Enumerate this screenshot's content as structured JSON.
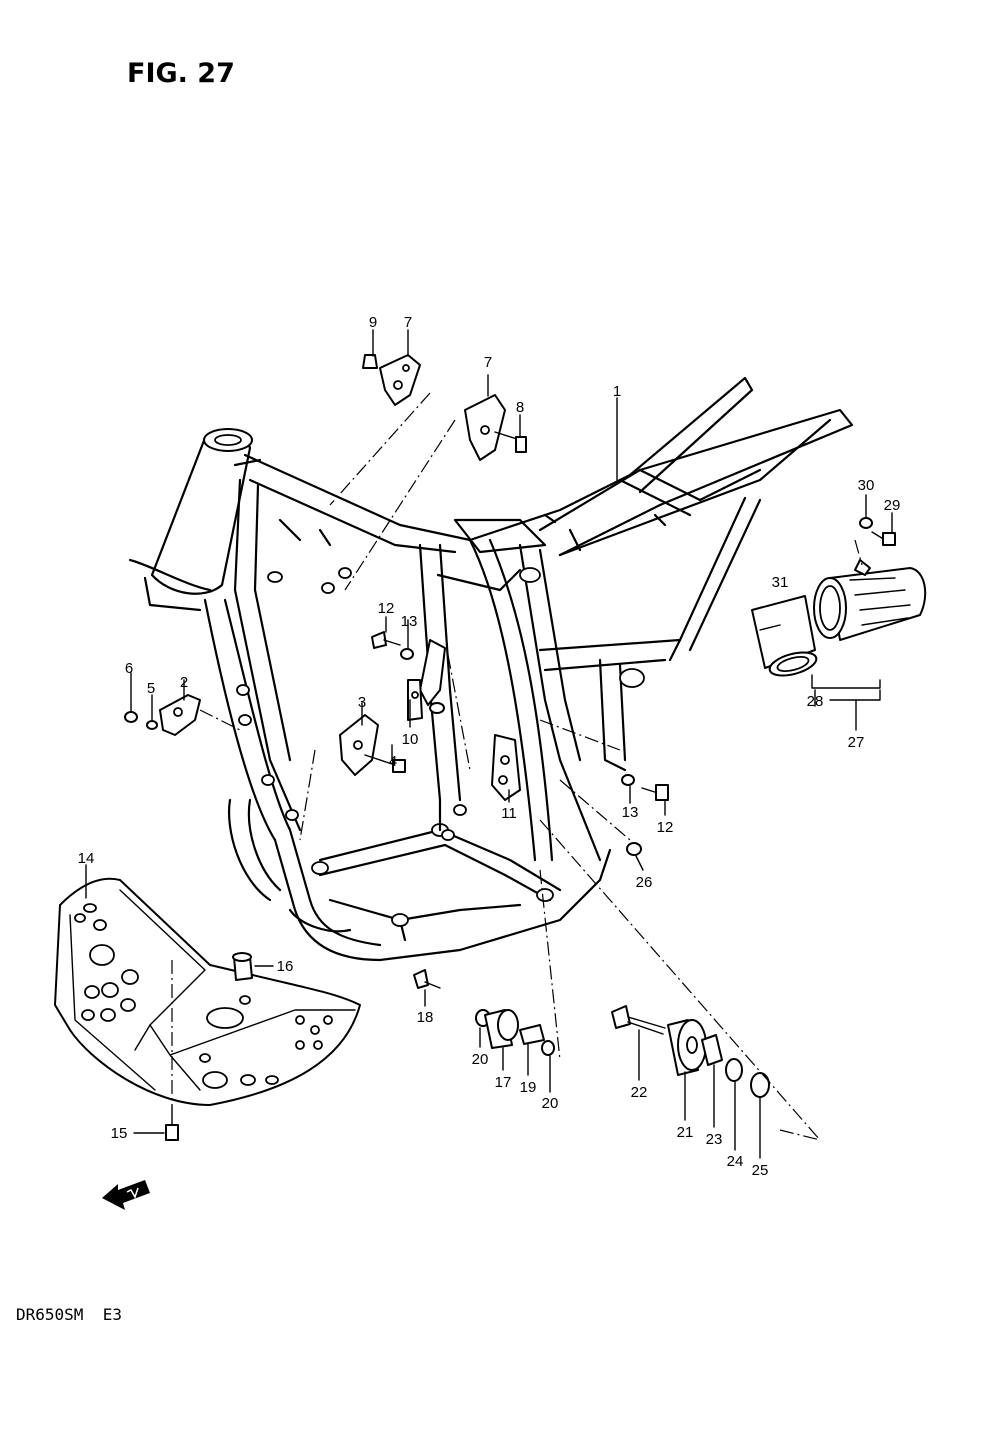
{
  "figure_title": "FIG. 27",
  "footer_model": "DR650SM  E3",
  "callouts": [
    {
      "id": "c1",
      "label": "1"
    },
    {
      "id": "c2",
      "label": "2"
    },
    {
      "id": "c3",
      "label": "3"
    },
    {
      "id": "c4",
      "label": "4"
    },
    {
      "id": "c5",
      "label": "5"
    },
    {
      "id": "c6",
      "label": "6"
    },
    {
      "id": "c7a",
      "label": "7"
    },
    {
      "id": "c7b",
      "label": "7"
    },
    {
      "id": "c8",
      "label": "8"
    },
    {
      "id": "c9",
      "label": "9"
    },
    {
      "id": "c10",
      "label": "10"
    },
    {
      "id": "c11",
      "label": "11"
    },
    {
      "id": "c12a",
      "label": "12"
    },
    {
      "id": "c12b",
      "label": "12"
    },
    {
      "id": "c13a",
      "label": "13"
    },
    {
      "id": "c13b",
      "label": "13"
    },
    {
      "id": "c14",
      "label": "14"
    },
    {
      "id": "c15",
      "label": "15"
    },
    {
      "id": "c16",
      "label": "16"
    },
    {
      "id": "c17",
      "label": "17"
    },
    {
      "id": "c18",
      "label": "18"
    },
    {
      "id": "c19",
      "label": "19"
    },
    {
      "id": "c20a",
      "label": "20"
    },
    {
      "id": "c20b",
      "label": "20"
    },
    {
      "id": "c21",
      "label": "21"
    },
    {
      "id": "c22",
      "label": "22"
    },
    {
      "id": "c23",
      "label": "23"
    },
    {
      "id": "c24",
      "label": "24"
    },
    {
      "id": "c25",
      "label": "25"
    },
    {
      "id": "c26",
      "label": "26"
    },
    {
      "id": "c27",
      "label": "27"
    },
    {
      "id": "c28",
      "label": "28"
    },
    {
      "id": "c29",
      "label": "29"
    },
    {
      "id": "c30",
      "label": "30"
    },
    {
      "id": "c31",
      "label": "31"
    }
  ],
  "icons": {
    "front_arrow": "front-direction-arrow-icon"
  }
}
